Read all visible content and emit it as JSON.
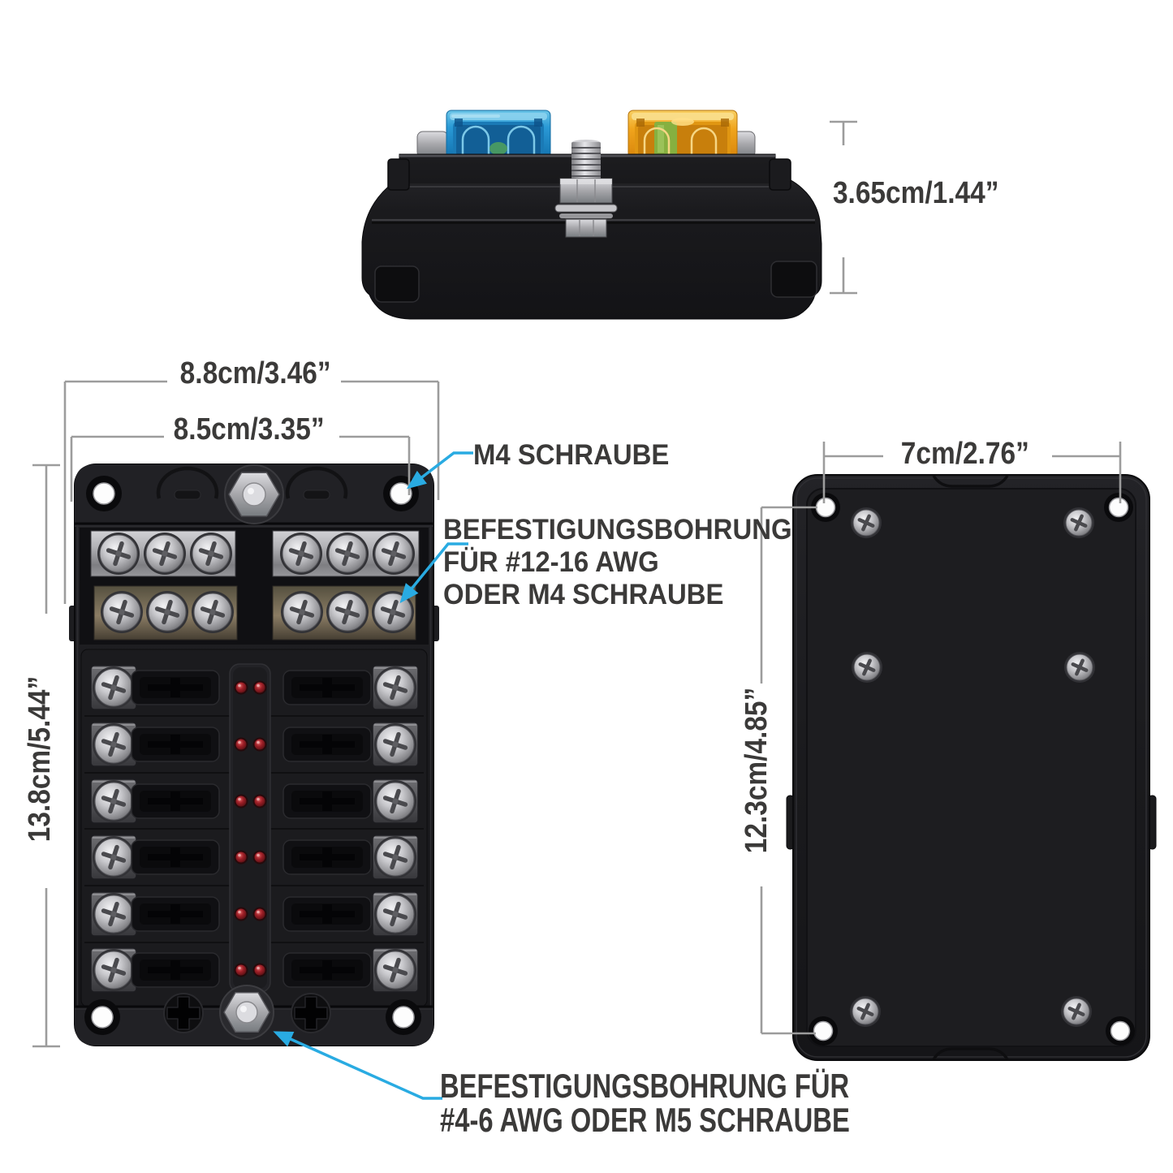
{
  "diagram": {
    "side_view": {
      "height": "3.65cm/1.44”"
    },
    "front_view": {
      "outer_width": "8.8cm/3.46”",
      "inner_width": "8.5cm/3.35”",
      "height": "13.8cm/5.44”",
      "callouts": {
        "m4_screw": "M4 SCHRAUBE",
        "wire_hole": [
          "BEFESTIGUNGSBOHRUNG",
          "FÜR #12-16 AWG",
          "ODER M4 SCHRAUBE"
        ],
        "power_hole": [
          "BEFESTIGUNGSBOHRUNG FÜR",
          "#4-6 AWG ODER M5 SCHRAUBE"
        ]
      }
    },
    "back_view": {
      "width": "7cm/2.76”",
      "height": "12.3cm/4.85”"
    }
  },
  "colors": {
    "background": "#ffffff",
    "callout_arrow": "#29abe2",
    "dimension_line": "#9c9c9c",
    "label_text": "#3b3a39",
    "fuse_blue": "#2a9ad6",
    "fuse_orange": "#f0a41c",
    "led_red": "#a02028",
    "housing_black": "#1a1a1d",
    "metal_silver": "#c9c9cd"
  }
}
